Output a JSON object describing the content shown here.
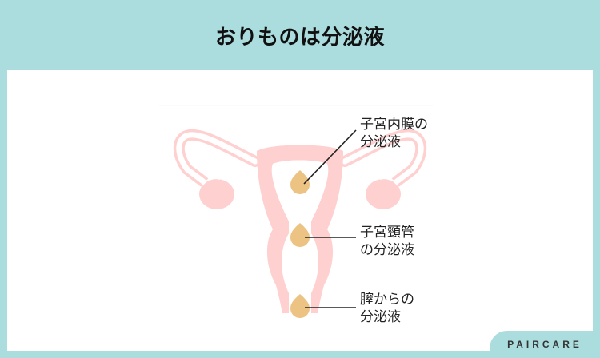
{
  "header": {
    "title": "おりものは分泌液"
  },
  "colors": {
    "background": "#abdcde",
    "panel": "#ffffff",
    "uterus": "#ffd0d0",
    "secretion": "#ecc383",
    "leader_line": "#222222"
  },
  "diagram": {
    "labels": [
      {
        "line1": "子宮内膜の",
        "line2": "分泌液"
      },
      {
        "line1": "子宮頸管",
        "line2": "の分泌液"
      },
      {
        "line1": "膣からの",
        "line2": "分泌液"
      }
    ]
  },
  "brand": {
    "name": "PAIRCARE"
  }
}
